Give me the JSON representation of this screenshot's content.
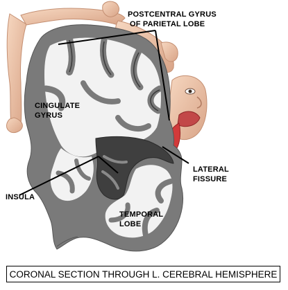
{
  "labels": {
    "postcentral_line1": "POSTCENTRAL GYRUS",
    "postcentral_line2": "OF PARIETAL LOBE",
    "cingulate_line1": "CINGULATE",
    "cingulate_line2": "GYRUS",
    "lateral_line1": "LATERAL",
    "lateral_line2": "FISSURE",
    "insula": "INSULA",
    "temporal_line1": "TEMPORAL",
    "temporal_line2": "LOBE"
  },
  "caption": "CORONAL SECTION THROUGH L. CEREBRAL HEMISPHERE",
  "colors": {
    "gray_matter": "#7a7a7a",
    "white_matter": "#f2f2f2",
    "fissure": "#3a3a3a",
    "homunculus_skin": "#ecc1a2",
    "tongue": "#d23a3a",
    "leader_line": "#000000"
  }
}
